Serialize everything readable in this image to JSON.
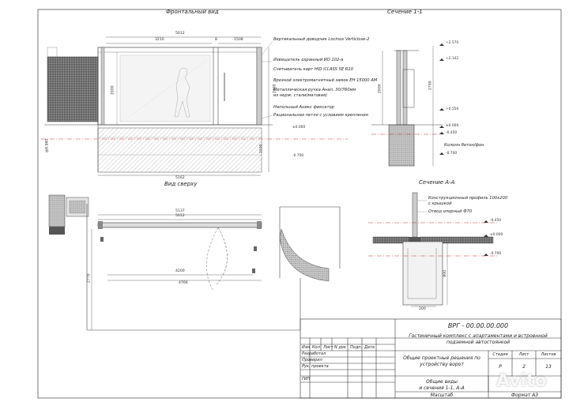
{
  "views": {
    "front_title": "Фронтальный вид",
    "top_title": "Вид сверху",
    "section11_title": "Сечение 1-1",
    "sectionAA_title": "Сечение А-А"
  },
  "front_dims": {
    "d5012": "5012",
    "d3210": "3210",
    "d8": "8",
    "d1508": "1508",
    "d5162": "5162",
    "d2400": "2400",
    "d2000": "2000",
    "d1500": "1500",
    "d980": "ф8.980"
  },
  "front_levels": {
    "l0": "±0.000",
    "l700": "-0.700"
  },
  "callouts": [
    "Вертикальный доводчик Locinox Verticlose-2",
    "Извещатель охранный ИО 102-а",
    "Считыватель карт HID iCLASS SE R10",
    "Врезной электромагнитный замок ЕН 15000 АМ",
    "Металлическая ручка Анап. 30/760мм",
    "из нерж. стали(матовая)",
    "Напольный Аникс фиксатор",
    "Рациональная петля с условием крепления"
  ],
  "top_dims": {
    "d5137": "5137",
    "d5012": "5012",
    "d4200": "4200",
    "d4766": "4766",
    "d2770": "2770"
  },
  "sec11": {
    "levels": [
      "+2.570",
      "+2.142",
      "+0.550",
      "±0.000",
      "-0.450",
      "-0.700"
    ],
    "dims": [
      "2700",
      "2000"
    ],
    "note": "Колонн бетон/фон"
  },
  "secAA": {
    "note1": "Конструкционный профиль 100х200",
    "note1b": "с крышкой",
    "note2": "Отвод опорный Ф70",
    "levels": [
      "-0.450",
      "±0.000",
      "-0.700"
    ],
    "dims": [
      "200",
      "800"
    ]
  },
  "title_block": {
    "code": "ВРГ - 00.00.00.000",
    "project_line1": "Гостиничный комплекс с апартаментами и встроенной",
    "project_line2": "подземной автостоянкой",
    "design_line1": "Общие проектные решения по",
    "design_line2": "устройству ворот",
    "views_line1": "Общие виды",
    "views_line2": "и сечения 1-1, А-А",
    "head": [
      "Изм",
      "Кол",
      "Лист",
      "N док",
      "Подп.",
      "Дата"
    ],
    "roles": [
      "Разработал",
      "Проверил",
      "Рук. проекта",
      "ГИП"
    ],
    "stage_head": "Стадия",
    "sheet_head": "Лист",
    "sheets_head": "Листов",
    "stage": "Р",
    "sheet": "2",
    "sheets": "13",
    "scale_label": "Масштаб",
    "format_label": "Формат А3"
  },
  "watermark": "Avito"
}
